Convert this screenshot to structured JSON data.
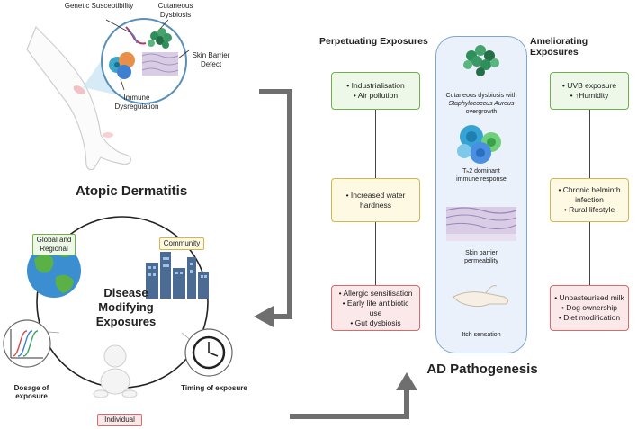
{
  "atopic": {
    "title": "Atopic Dermatitis",
    "labels": {
      "genetic": "Genetic Susceptibility",
      "cutaneous": "Cutaneous Dysbiosis",
      "barrier": "Skin Barrier Defect",
      "immune": "Immune Dysregulation"
    }
  },
  "disease": {
    "title": "Disease Modifying Exposures",
    "global": "Global and Regional",
    "community": "Community",
    "dosage": "Dosage of exposure",
    "timing": "Timing of exposure",
    "individual": "Individual"
  },
  "perpetuating": {
    "title": "Perpetuating Exposures",
    "boxes": [
      [
        "• Industrialisation",
        "• Air pollution"
      ],
      [
        "• Increased water hardness"
      ],
      [
        "• Allergic sensitisation",
        "• Early life antibiotic use",
        "• Gut dysbiosis"
      ]
    ]
  },
  "ameliorating": {
    "title": "Ameliorating Exposures",
    "boxes": [
      [
        "• UVB exposure",
        "• ↑Humidity"
      ],
      [
        "• Chronic helminth infection",
        "• Rural lifestyle"
      ],
      [
        "• Unpasteurised milk",
        "• Dog ownership",
        "• Diet modification"
      ]
    ]
  },
  "pathogenesis": {
    "title": "AD Pathogenesis",
    "dysbiosis_prefix": "Cutaneous dysbiosis with",
    "dysbiosis_species": "Staphylococcus Aureus",
    "dysbiosis_suffix": "overgrowth",
    "th2_1": "Tₕ2 dominant",
    "th2_2": "immune response",
    "barrier_1": "Skin barrier",
    "barrier_2": "permeability",
    "itch": "Itch sensation"
  }
}
